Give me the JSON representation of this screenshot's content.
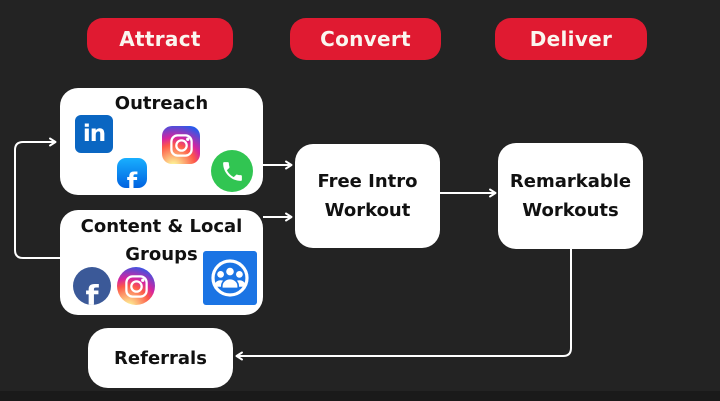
{
  "diagram": {
    "stages": [
      {
        "label": "Attract"
      },
      {
        "label": "Convert"
      },
      {
        "label": "Deliver"
      }
    ],
    "nodes": {
      "outreach": {
        "title": "Outreach"
      },
      "content_local_groups": {
        "line1": "Content & Local",
        "line2": "Groups"
      },
      "free_intro_workout": {
        "line1": "Free Intro",
        "line2": "Workout"
      },
      "remarkable_workouts": {
        "line1": "Remarkable",
        "line2": "Workouts"
      },
      "referrals": {
        "title": "Referrals"
      }
    },
    "icons": {
      "outreach": [
        "linkedin-icon",
        "facebook-icon",
        "instagram-icon",
        "phone-icon"
      ],
      "content_local_groups": [
        "facebook-circle-icon",
        "instagram-circle-icon",
        "facebook-groups-icon"
      ],
      "linkedin_glyph": "in",
      "facebook_glyph": "f"
    },
    "colors": {
      "background": "#232323",
      "stage_pill_red": "#E01A31",
      "stage_text": "#FAF6EF",
      "node_bg": "#FFFFFF",
      "node_text": "#111111",
      "connector": "#FFFFFF",
      "linkedin_blue": "#0A66C2",
      "facebook_blue": "#1877F2",
      "facebook_navy": "#3B5998",
      "groups_blue": "#1B74E4",
      "phone_green": "#31C552"
    }
  }
}
